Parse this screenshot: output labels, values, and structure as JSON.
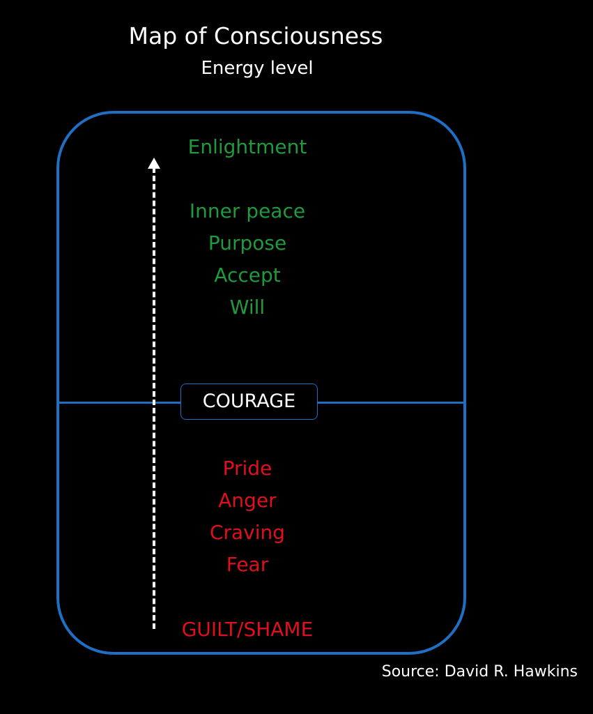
{
  "header": {
    "title": "Map of Consciousness",
    "subtitle": "Energy level"
  },
  "levels": {
    "higher": [
      "Enlightment",
      "Inner peace",
      "Purpose",
      "Accept",
      "Will"
    ],
    "threshold": "COURAGE",
    "lower": [
      "Pride",
      "Anger",
      "Craving",
      "Fear",
      "GUILT/SHAME"
    ]
  },
  "colors": {
    "frame": "#1f6fc4",
    "higher_text": "#1f9a3e",
    "lower_text": "#e0101c",
    "arrow": "#ffffff",
    "background": "#000000"
  },
  "icons": {
    "arrow": "dashed-up-arrow-icon"
  },
  "footer": {
    "source": "Source: David R. Hawkins"
  }
}
